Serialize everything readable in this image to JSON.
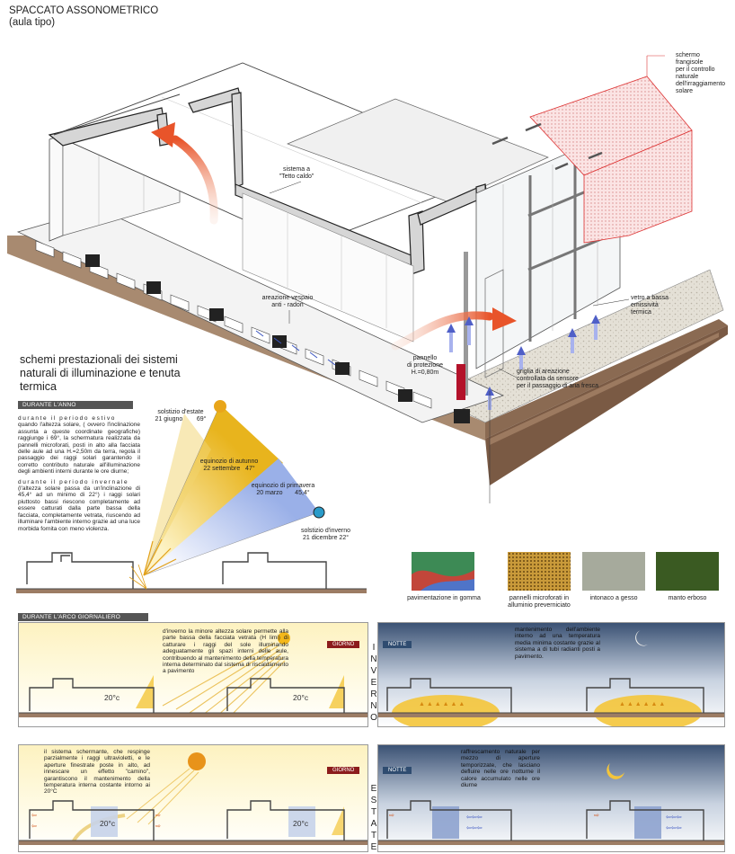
{
  "header": {
    "title": "SPACCATO ASSONOMETRICO",
    "subtitle": "(aula tipo)"
  },
  "annotations": {
    "schermo": [
      "schermo",
      "frangisole",
      "per il controllo",
      "naturale",
      "dell'irraggiamento",
      "solare"
    ],
    "tetto": [
      "sistema a",
      "\"Tetto caldo\""
    ],
    "vespaio": [
      "areazione vespaio",
      "anti - radon"
    ],
    "vetro": [
      "vetro a bassa",
      "emissività",
      "termica"
    ],
    "pannello": [
      "pannello",
      "di protezione",
      "H.=0,80m"
    ],
    "griglia": [
      "griglia di areazione",
      "controllata da sensore",
      "per il passaggio di aria fresca"
    ]
  },
  "section_title": [
    "schemi prestazionali dei sistemi",
    "naturali di illuminazione e tenuta",
    "termica"
  ],
  "anno": {
    "header": "DURANTE L'ANNO",
    "summer_lead": "durante il periodo estivo",
    "summer_text": "quando l'altezza solare, ( ovvero l'inclinazione assunta a queste coordinate geografiche) raggiunge i 69°, la schermatura realizzata da pannelli microforati, posti in alto alla facciata delle aule ad una H.=2,50m da terra, regola il passaggio dei raggi solari garantendo il corretto contributo naturale all'illuminazione degli ambienti interni durante le ore diurne;",
    "winter_lead": "durante il periodo invernale",
    "winter_text": "(l'altezza solare passa da un'inclinazione di 45,4° ad un minimo di 22°) i raggi solari piuttosto bassi riescono completamente ad essere catturati dalla parte bassa della facciata, completamente vetrata, riuscendo ad illuminare l'ambiente interno grazie ad una luce morbida fornita con meno violenza."
  },
  "sun_labels": {
    "summer": [
      "solstizio d'estate",
      "21 giugno        69°"
    ],
    "autumn": [
      "equinozio di autunno",
      "22 settembre   47°"
    ],
    "spring": [
      "equinozio di primavera",
      "20 marzo       45,4°"
    ],
    "winter": [
      "solstizio d'inverno",
      "21 dicembre 22°"
    ]
  },
  "materials": [
    {
      "label": "pavimentazione in gomma",
      "color": "#3d8a55"
    },
    {
      "label": "pannelli microforati in alluminio preverniciato",
      "color": "#c99a3a"
    },
    {
      "label": "intonaco a gesso",
      "color": "#a6aa9c"
    },
    {
      "label": "manto erboso",
      "color": "#3a5a22"
    }
  ],
  "giornaliero": {
    "header": "DURANTE L'ARCO GIORNALIERO",
    "giorno": "GIORNO",
    "notte": "NOTTE",
    "temp": "20°c",
    "inverno_word": "INVERNO",
    "estate_word": "ESTATE",
    "inverno_giorno_text": "d'inverno la minore altezza solare permette alla parte bassa della facciata vetrata (H limi) di catturare i raggi del sole illuminando adeguatamente gli spazi interni delle aule, contribuendo al mantenimento della temperatura interna determinato dal sistema di riscaldamento a pavimento",
    "inverno_notte_text": "mantenimento dell'ambiente interno ad una temperatura media minima costante grazie al sistema a di tubi radianti posti a pavimento.",
    "estate_giorno_text": "il sistema schermante, che respinge parzialmente i raggi ultravioletti, e le aperture finestrate poste in alto, ad innescare un effetto \"camino\", garantiscono il mantenimento della temperatura interna costante intorno ai 20°C",
    "estate_notte_text": "raffrescamento naturale per mezzo di aperture temporizzate, che lasciano defluire nelle ore notturne il calore accumulato nelle ore diurne"
  }
}
